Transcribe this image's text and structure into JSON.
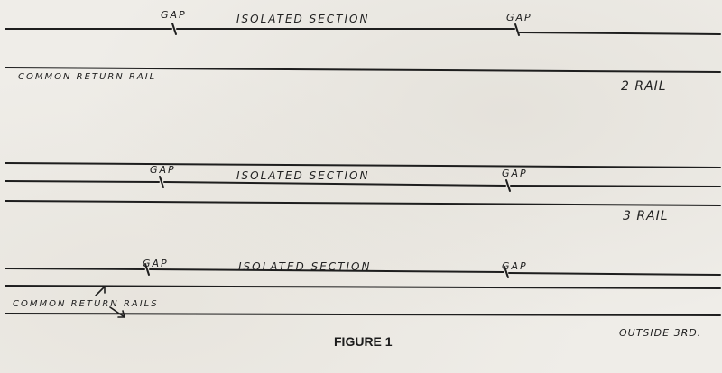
{
  "diagram_2rail": {
    "top_rail": {
      "gap_left": "GAP",
      "section": "ISOLATED SECTION",
      "gap_right": "GAP"
    },
    "return_label": "COMMON RETURN RAIL",
    "type_label": "2 RAIL"
  },
  "diagram_3rail": {
    "top_rail": {
      "gap_left": "GAP",
      "section": "ISOLATED SECTION",
      "gap_right": "GAP"
    },
    "type_label": "3 RAIL",
    "third_rail": {
      "gap_left": "GAP",
      "section": "ISOLATED SECTION",
      "gap_right": "GAP"
    },
    "return_label": "COMMON RETURN RAILS",
    "outside_label": "OUTSIDE 3RD."
  },
  "caption": "FIGURE 1",
  "colors": {
    "ink": "#1e1e1e",
    "paper": "#efede8"
  }
}
